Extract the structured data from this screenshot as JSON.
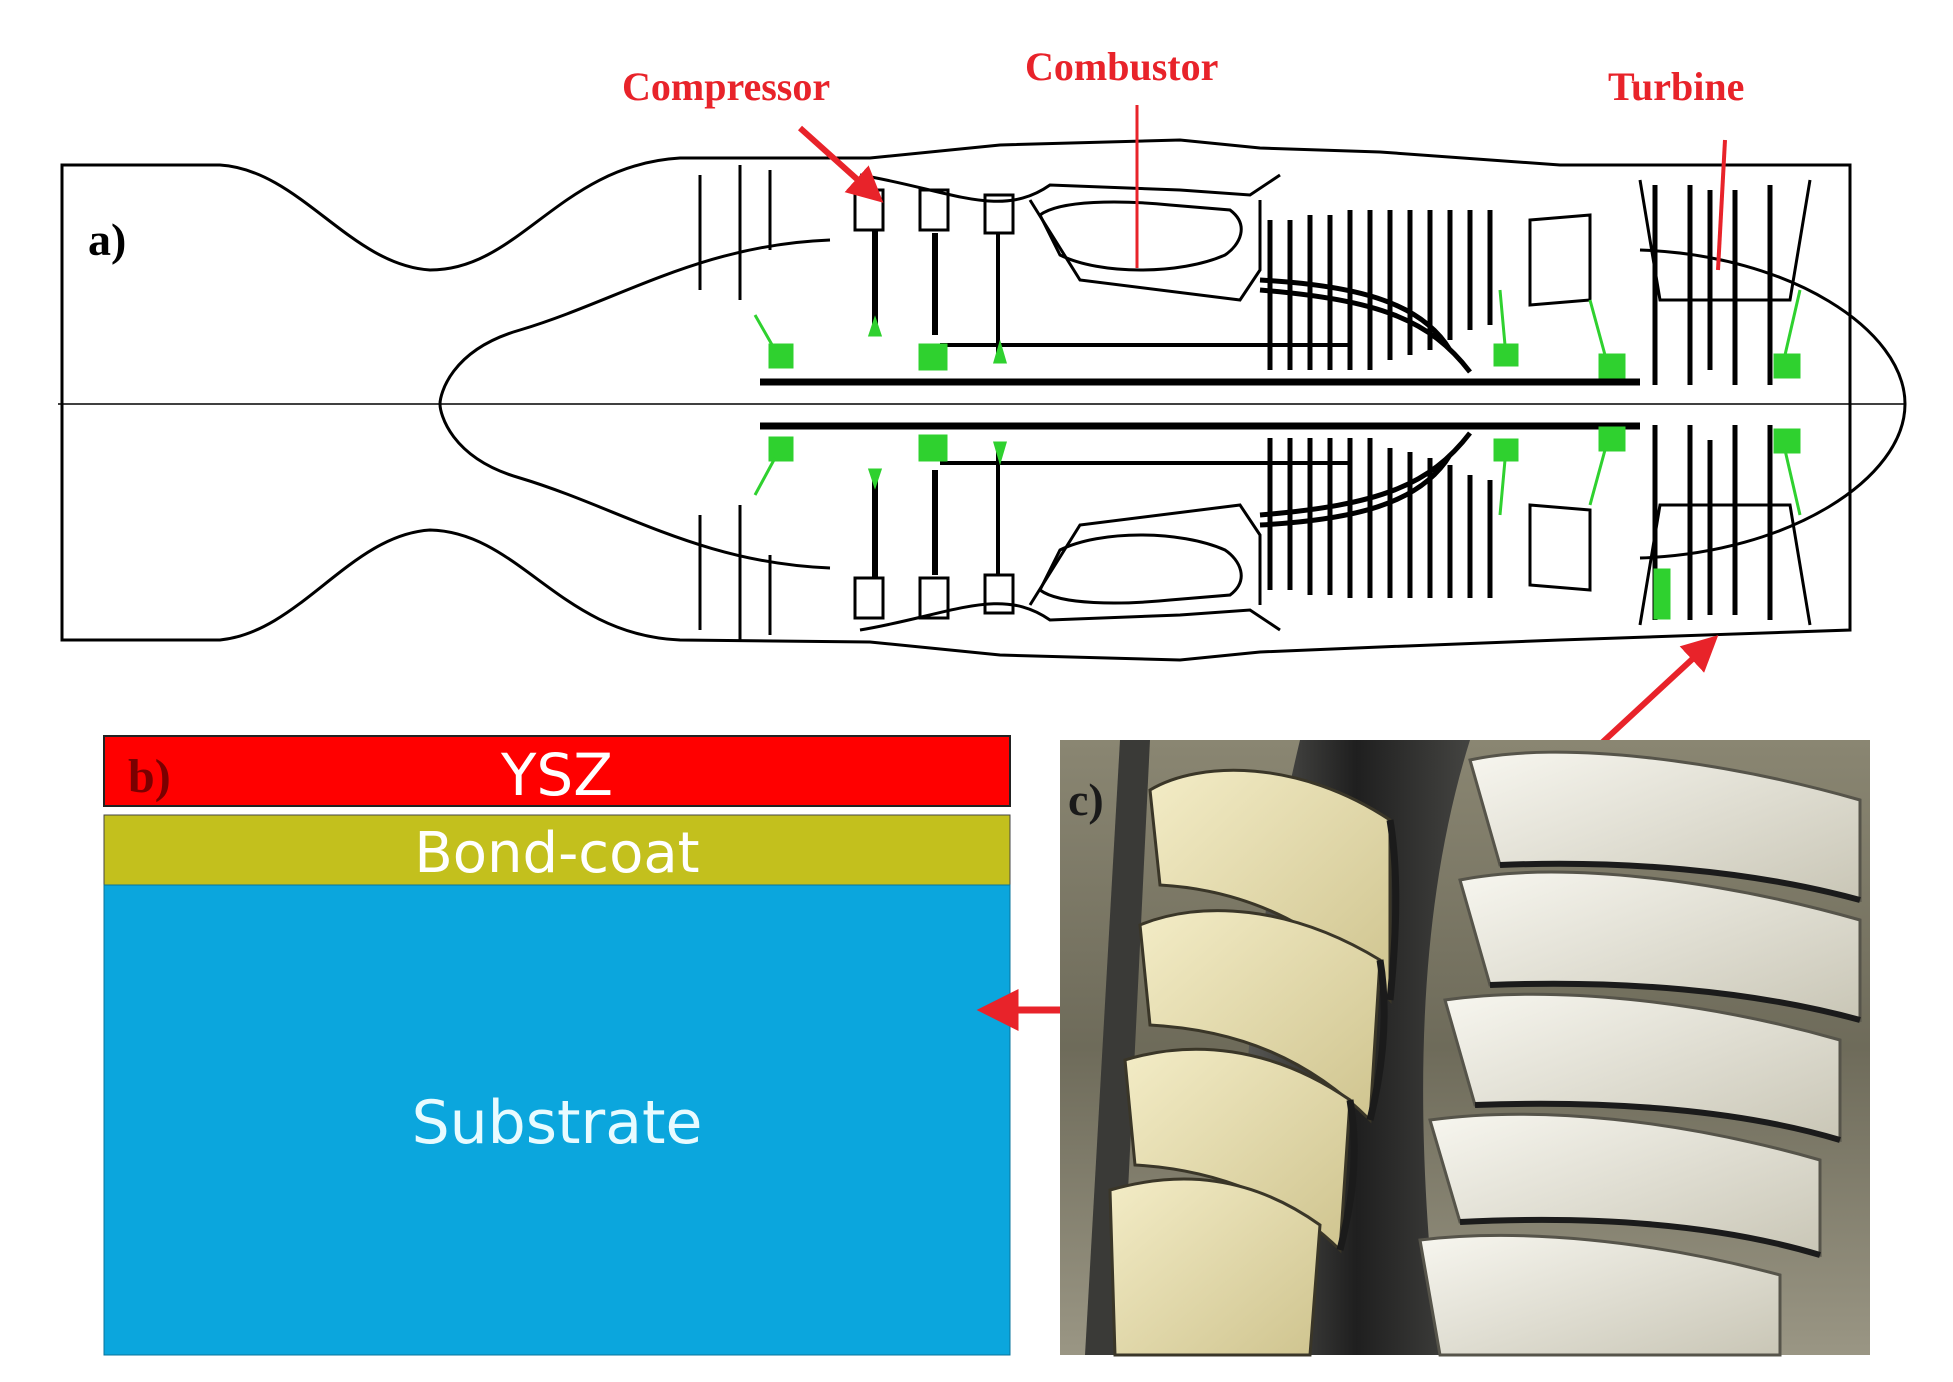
{
  "panel_labels": {
    "a": "a)",
    "b": "b)",
    "c": "c)"
  },
  "engine_labels": {
    "compressor": "Compressor",
    "combustor": "Combustor",
    "turbine": "Turbine"
  },
  "coating_layers": {
    "top": "YSZ",
    "middle": "Bond-coat",
    "base": "Substrate"
  },
  "colors": {
    "label_red": "#e8232a",
    "bearing_green": "#2fd12f",
    "ysz_red": "#ff0000",
    "bondcoat_olive": "#c3c01d",
    "substrate_blue": "#0ba6dd",
    "blade_cream": "#e9dfb0",
    "blade_white": "#ecebe2",
    "disk_dark": "#2e2e2e"
  },
  "icons": {
    "label_pointer": "red-arrow",
    "link_pointer": "red-double-arrow"
  }
}
